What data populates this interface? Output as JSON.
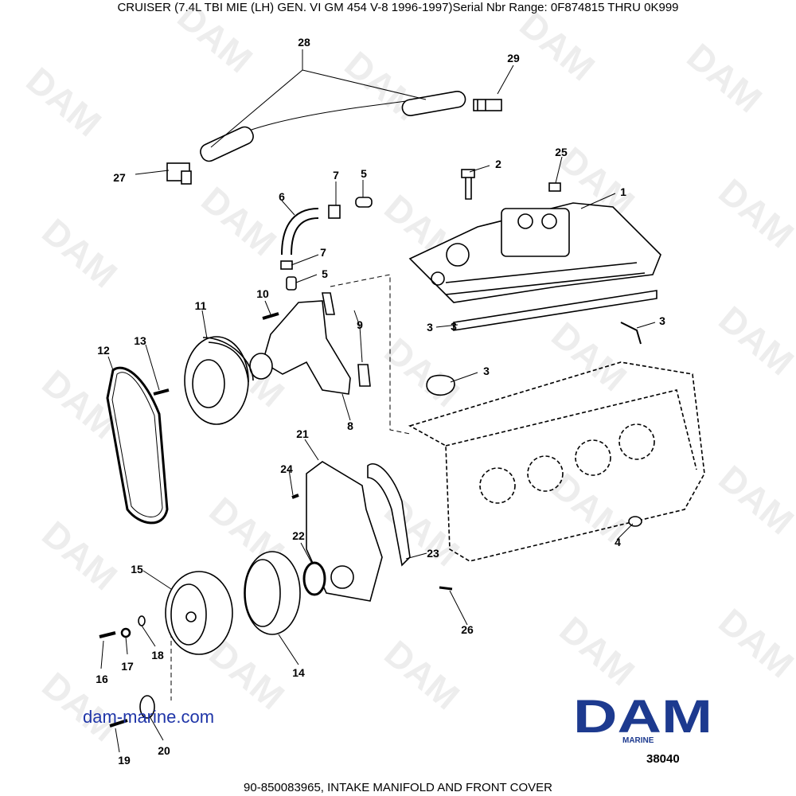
{
  "header": {
    "title": "CRUISER (7.4L TBI MIE (LH) GEN. VI    GM 454 V-8 1996-1997)Serial Nbr Range: 0F874815 THRU 0K999"
  },
  "footer": {
    "caption": "90-850083965, INTAKE MANIFOLD AND FRONT COVER"
  },
  "diagram_number": "38040",
  "website": "dam-marine.com",
  "watermark": "DAM",
  "logo": {
    "text": "DAM",
    "subtext": "MARINE",
    "color": "#1d3a8f"
  },
  "accent": {
    "link_color": "#1f35a8"
  },
  "callouts": [
    "1",
    "2",
    "3",
    "3",
    "3",
    "3",
    "4",
    "5",
    "5",
    "6",
    "7",
    "7",
    "8",
    "9",
    "10",
    "11",
    "12",
    "13",
    "14",
    "15",
    "16",
    "17",
    "18",
    "19",
    "20",
    "21",
    "22",
    "23",
    "24",
    "25",
    "26",
    "27",
    "28",
    "29"
  ]
}
